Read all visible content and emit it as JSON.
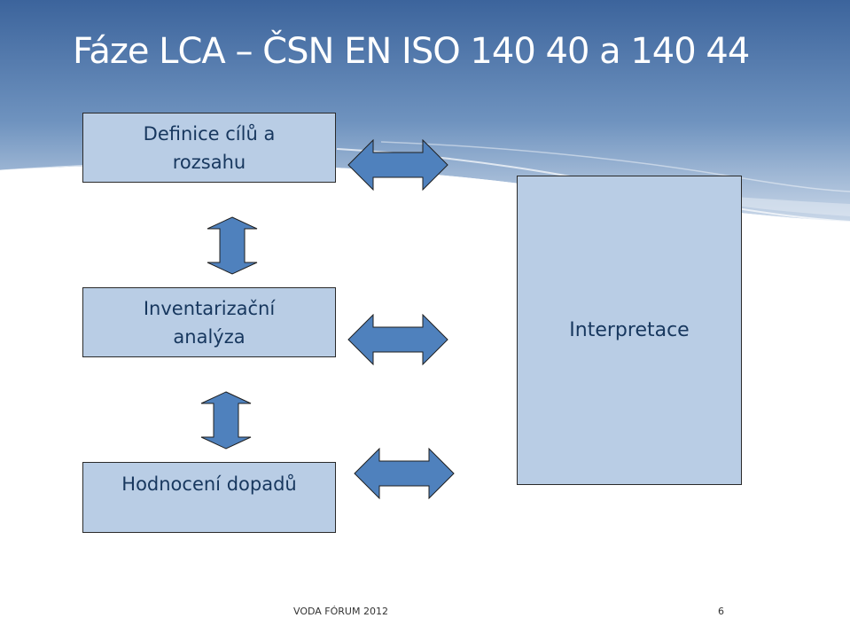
{
  "slide": {
    "title": "Fáze LCA – ČSN EN ISO 140 40 a 140 44",
    "footer": "VODA FÓRUM 2012",
    "page_number": "6"
  },
  "boxes": {
    "goal_scope": {
      "line1": "Definice cílů a",
      "line2": "rozsahu"
    },
    "inventory": {
      "line1": "Inventarizační",
      "line2": "analýza"
    },
    "impact": {
      "label": "Hodnocení dopadů"
    },
    "interpretation": {
      "label": "Interpretace"
    }
  },
  "colors": {
    "header_dark": "#3f68a0",
    "header_light": "#a9bfd9",
    "box_fill": "#b9cde5",
    "arrow_fill": "#4f81bd",
    "text": "#17375e"
  }
}
